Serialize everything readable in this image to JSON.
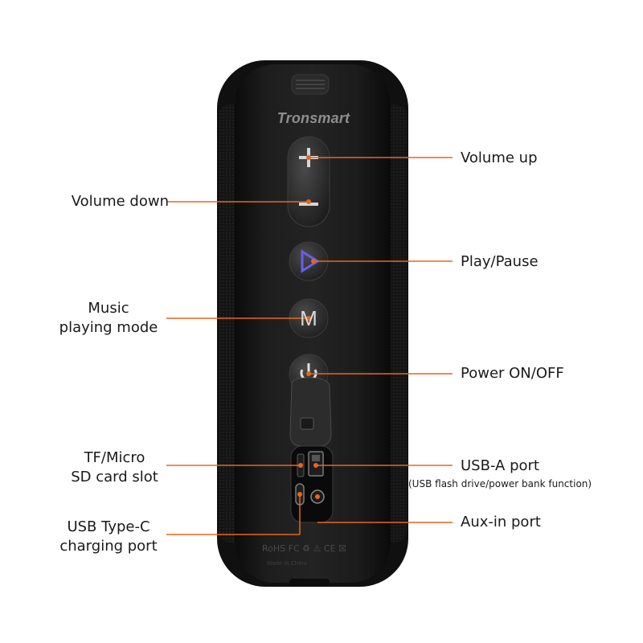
{
  "brand": "Tronsmart",
  "labels": {
    "volume_up": "Volume up",
    "volume_down": "Volume down",
    "play_pause": "Play/Pause",
    "music_mode_line1": "Music",
    "music_mode_line2": "playing mode",
    "power": "Power ON/OFF",
    "tf_line1": "TF/Micro",
    "tf_line2": "SD card slot",
    "usb_a": "USB-A port",
    "usb_a_note": "(USB flash drive/power bank function)",
    "type_c_line1": "USB Type-C",
    "type_c_line2": "charging port",
    "aux": "Aux-in port"
  },
  "buttons": {
    "plus": "+",
    "minus": "−",
    "mode": "M"
  },
  "colors": {
    "accent": "#e8661c",
    "body": "#161616",
    "text": "#1a1a1a",
    "play": "#6a5cf0"
  },
  "icons": [
    "plus-icon",
    "minus-icon",
    "play-icon",
    "mode-icon",
    "power-icon",
    "usb-a-icon",
    "usb-c-icon",
    "aux-icon"
  ]
}
